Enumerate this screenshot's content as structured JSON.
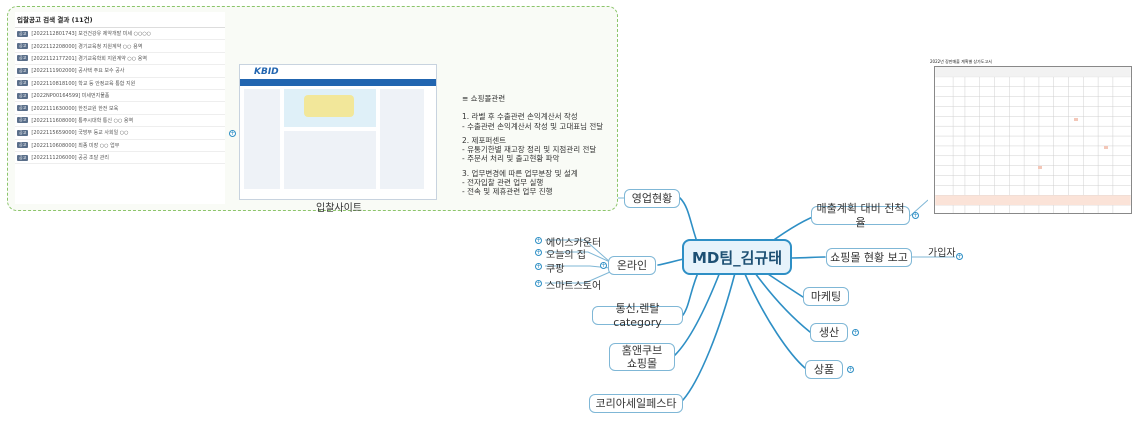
{
  "root": {
    "label": "MD팀_김규태"
  },
  "branches": {
    "sales_status": {
      "label": "영업현황"
    },
    "online": {
      "label": "온라인",
      "children": [
        "에이스카운터",
        "오늘의 집",
        "쿠팡",
        "스마트스토어"
      ]
    },
    "category": {
      "label": "통신,렌탈 category"
    },
    "home_shopping": {
      "line1": "홈앤쿠브",
      "line2": "쇼핑몰"
    },
    "korea_sale": {
      "label": "코리아세일페스타"
    },
    "sales_plan": {
      "label": "매출계획 대비 진척율"
    },
    "mall_report": {
      "label": "쇼핑몰 현황 보고",
      "child": "가입자"
    },
    "marketing": {
      "label": "마케팅"
    },
    "production": {
      "label": "생산"
    },
    "product": {
      "label": "상품"
    }
  },
  "bid_panel": {
    "caption": "입찰사이트",
    "list_title": "입찰공고 검색 결과 (11건)",
    "rows": [
      "[2022112801743] 보건건강유 제약개발 미세 ○○○○",
      "[2022112208000] 경기교육청 지원계약 ○○ 용역",
      "[2022112177201] 경기교육학회 지원계약 ○○ 용역",
      "[2022111902000] 공사택 주요 보수 공사",
      "[2022110818100] 학교 등 안정교육 통합 지원",
      "[2022NP00164599] 미세먼지물품",
      "[2022111630000] 한진교원 한전 보육",
      "[2022111608000] 통주시대학 통신 ○○ 용역",
      "[2022115659000] 국방부 등교 사회일 ○○",
      "[2022110608000] 최종 미장 ○○ 업무",
      "[2022111206000] 공공 조달 관리"
    ]
  },
  "kbid": {
    "logo": "KBID"
  },
  "mall_notes": {
    "heading": "≡ 쇼핑몰관련",
    "lines": [
      "1. 라벨 후 수출관련 손익계산서 작성",
      " - 수출관련 손익계산서 작성 및 고대표님 전달",
      "",
      "2. 제포퍼센트",
      " - 유통기한별 재고장 정리 및 지점관리 전달",
      " - 주문서 처리 및 출고현황 파악",
      "",
      "3. 업무변경에 따른 업무분장 및 설계",
      " - 전자입찰 관련 업무 실행",
      " - 전속 및 제휴관련 업무 진행"
    ]
  },
  "sheet": {
    "title": "2022년 장판매출 계획별 상가도고서"
  },
  "colors": {
    "line": "#2e8fc5",
    "node_border": "#7fb7d6",
    "root_fill": "#e7f3fb",
    "panel_border": "#8cc56b"
  }
}
